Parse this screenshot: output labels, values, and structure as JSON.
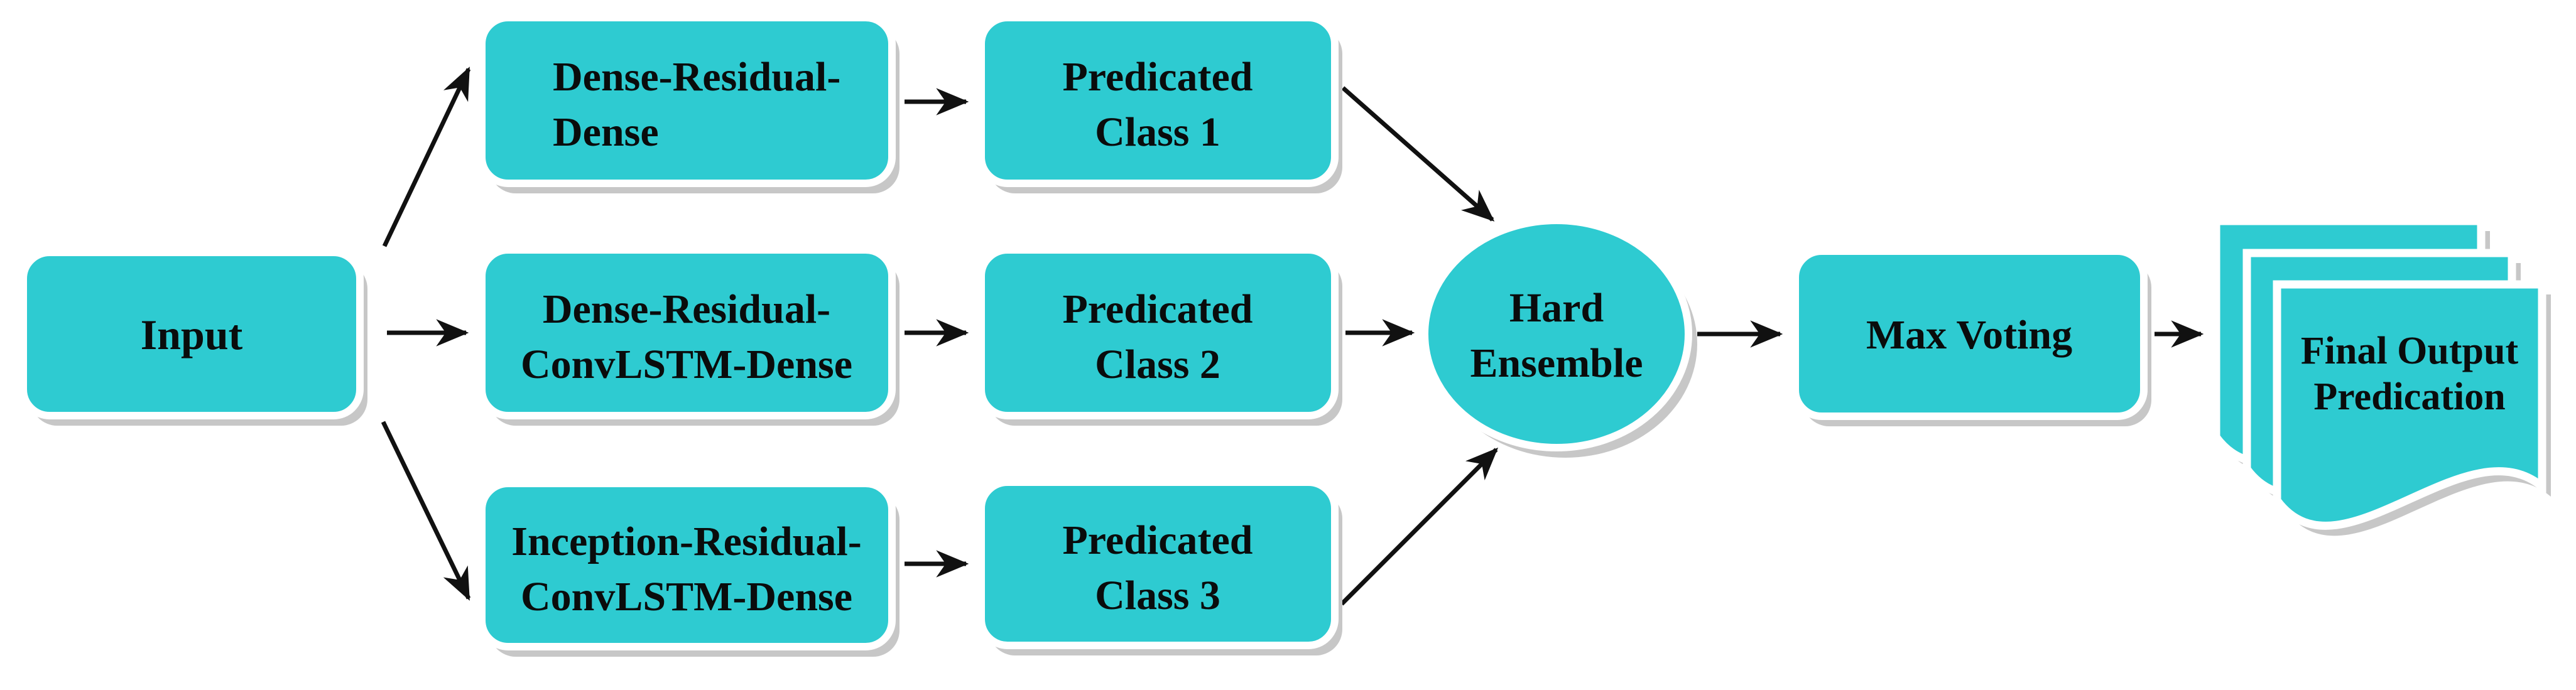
{
  "colors": {
    "background": "#ffffff",
    "node_fill": "#2ecbd1",
    "node_border": "#ffffff",
    "shadow": "#c7c7c7",
    "arrow": "#111111",
    "text": "#0a0c0c"
  },
  "nodes": {
    "input": {
      "label": "Input"
    },
    "branch1": {
      "line1": "Dense-Residual-",
      "line2": "Dense"
    },
    "branch2": {
      "line1": "Dense-Residual-",
      "line2": "ConvLSTM-Dense"
    },
    "branch3": {
      "line1": "Inception-Residual-",
      "line2": "ConvLSTM-Dense"
    },
    "pred1": {
      "line1": "Predicated",
      "line2": "Class 1"
    },
    "pred2": {
      "line1": "Predicated",
      "line2": "Class 2"
    },
    "pred3": {
      "line1": "Predicated",
      "line2": "Class 3"
    },
    "ensemble": {
      "line1": "Hard",
      "line2": "Ensemble"
    },
    "voting": {
      "label": "Max Voting"
    },
    "final_output": {
      "line1": "Final Output",
      "line2": "Predication"
    }
  }
}
